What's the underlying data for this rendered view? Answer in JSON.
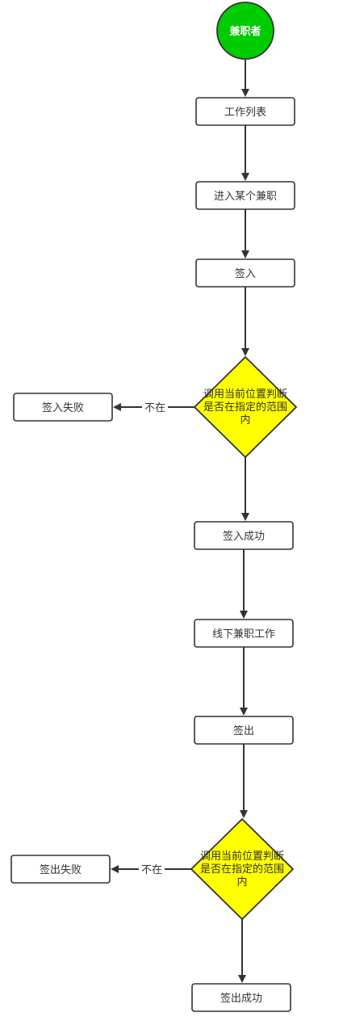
{
  "nodes": {
    "start": "兼职者",
    "work_list": "工作列表",
    "enter_job": "进入某个兼职",
    "sign_in": "签入",
    "check_in_decision": [
      "调用当前位置判断",
      "是否在指定的范围",
      "内"
    ],
    "sign_in_fail": "签入失败",
    "sign_in_success": "签入成功",
    "offline_work": "线下兼职工作",
    "sign_out": "签出",
    "check_out_decision": [
      "调用当前位置判断",
      "是否在指定的范围",
      "内"
    ],
    "sign_out_fail": "签出失败",
    "sign_out_success": "签出成功"
  },
  "edge_labels": {
    "not_in_1": "不在",
    "not_in_2": "不在"
  },
  "colors": {
    "start_fill": "#00cc00",
    "decision_fill": "#ffff00",
    "stroke": "#333333"
  }
}
